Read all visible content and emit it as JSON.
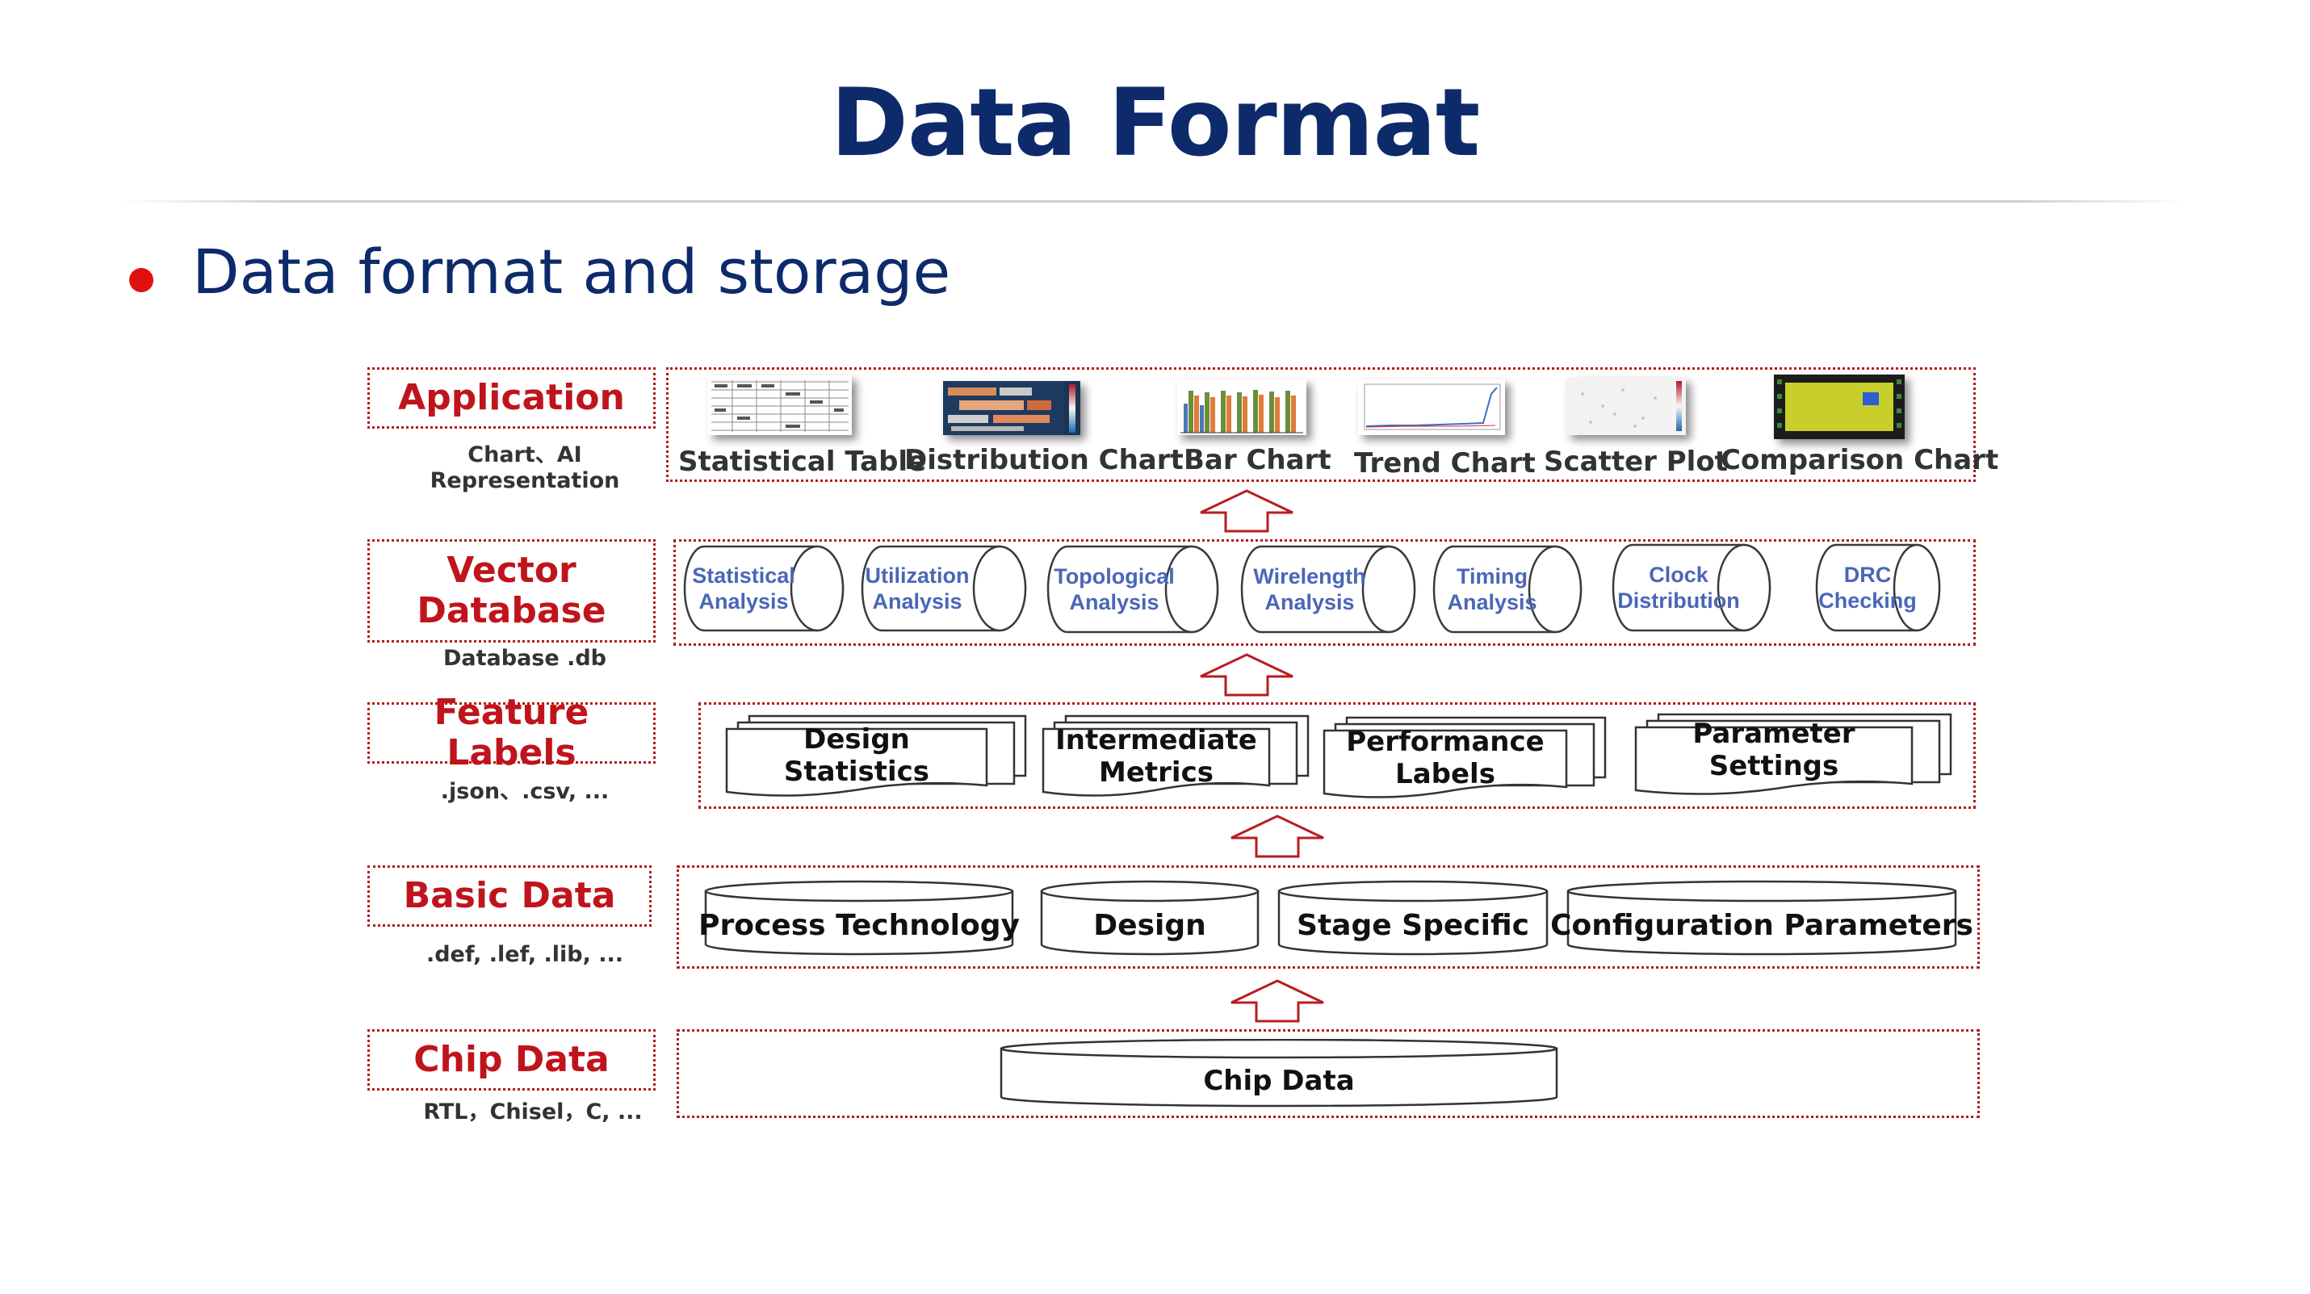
{
  "title": "Data Format",
  "bullet": "Data format and storage",
  "layers": {
    "application": {
      "label": "Application",
      "sub": [
        "Chart、AI",
        "Representation"
      ],
      "items": [
        "Statistical Table",
        "Distribution Chart",
        "Bar Chart",
        "Trend Chart",
        "Scatter Plot",
        "Comparison Chart"
      ]
    },
    "vector_database": {
      "label": [
        "Vector",
        "Database"
      ],
      "sub": "Database .db",
      "items": [
        [
          "Statistical",
          "Analysis"
        ],
        [
          "Utilization",
          "Analysis"
        ],
        [
          "Topological",
          "Analysis"
        ],
        [
          "Wirelength",
          "Analysis"
        ],
        [
          "Timing",
          "Analysis"
        ],
        [
          "Clock",
          "Distribution"
        ],
        [
          "DRC",
          "Checking"
        ]
      ]
    },
    "feature_labels": {
      "label": "Feature Labels",
      "sub": ".json、.csv, ...",
      "items": [
        [
          "Design Statistics"
        ],
        [
          "Intermediate",
          "Metrics"
        ],
        [
          "Performance",
          "Labels"
        ],
        [
          "Parameter",
          "Settings"
        ]
      ]
    },
    "basic_data": {
      "label": "Basic Data",
      "sub": ".def, .lef, .lib, ...",
      "items": [
        "Process Technology",
        "Design",
        "Stage Specific",
        "Configuration Parameters"
      ]
    },
    "chip_data": {
      "label": "Chip Data",
      "sub": "RTL，Chisel，C, ...",
      "items": [
        "Chip Data"
      ]
    }
  },
  "colors": {
    "title": "#0d2a6b",
    "bullet_dot": "#e01010",
    "label_red": "#c0141c",
    "dotted_border": "#b31b1b",
    "cylinder_text_blue": "#4a66b8"
  }
}
